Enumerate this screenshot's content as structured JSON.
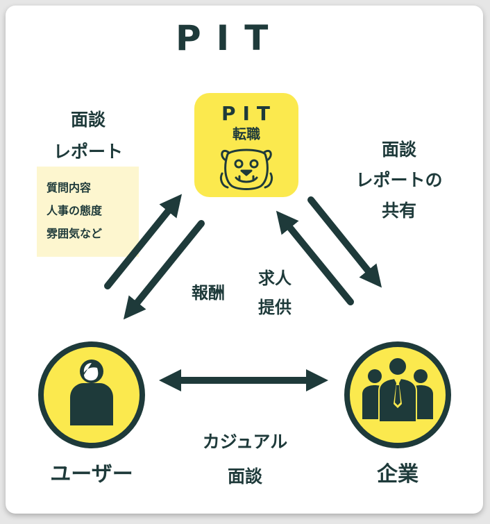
{
  "logo": "PIT",
  "app": {
    "title": "PIT",
    "subtitle": "転職",
    "icon": "bulldog-icon"
  },
  "top_left": {
    "line1": "面談",
    "line2": "レポート"
  },
  "note": {
    "line1": "質問内容",
    "line2": "人事の態度",
    "line3": "雰囲気など"
  },
  "top_right": {
    "line1": "面談",
    "line2": "レポートの",
    "line3": "共有"
  },
  "left_arrow_label": "報酬",
  "right_arrow_label": {
    "line1": "求人",
    "line2": "提供"
  },
  "bottom_label": {
    "line1": "カジュアル",
    "line2": "面談"
  },
  "user": {
    "label": "ユーザー",
    "icon": "person-icon"
  },
  "company": {
    "label": "企業",
    "icon": "business-group-icon"
  },
  "colors": {
    "yellow": "#fbe94e",
    "dark": "#1e3a3a",
    "note_bg": "#fdf6cf"
  }
}
